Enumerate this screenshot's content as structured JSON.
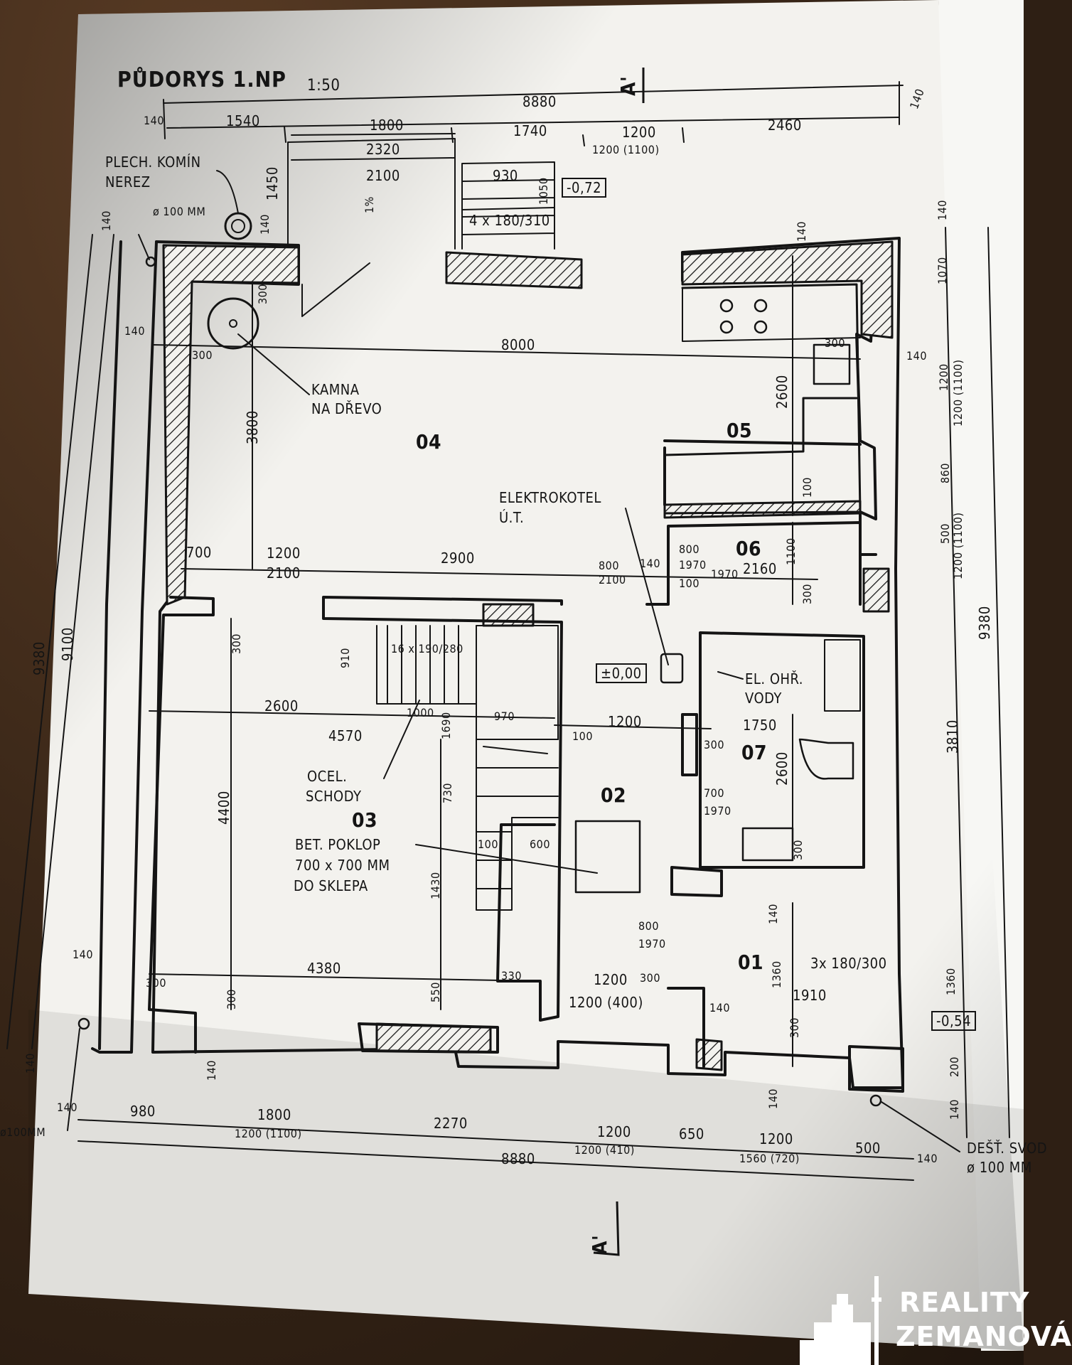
{
  "title": {
    "main": "PŮDORYS 1.NP",
    "scale": "1:50"
  },
  "section_marks": [
    "A'",
    "A'"
  ],
  "rooms": [
    {
      "id": "04"
    },
    {
      "id": "05"
    },
    {
      "id": "06"
    },
    {
      "id": "03"
    },
    {
      "id": "02"
    },
    {
      "id": "07"
    },
    {
      "id": "01"
    }
  ],
  "notes": {
    "chimney_l1": "PLECH. KOMÍN",
    "chimney_l2": "NEREZ",
    "chimney_dia": "ø 100 MM",
    "stove_l1": "KAMNA",
    "stove_l2": "NA DŘEVO",
    "boiler_l1": "ELEKTROKOTEL",
    "boiler_l2": "Ú.T.",
    "heater_l1": "EL. OHŘ.",
    "heater_l2": "VODY",
    "stairs_l1": "OCEL.",
    "stairs_l2": "SCHODY",
    "hatch_l1": "BET. POKLOP",
    "hatch_l2": "700 x 700 MM",
    "hatch_l3": "DO SKLEPA",
    "downspout_l1": "DEŠŤ. SVOD",
    "downspout_l2": "ø 100 MM",
    "downspout_left": "ø100MM",
    "slope": "1%"
  },
  "levels": {
    "main": "±0,00",
    "terrace": "-0,72",
    "entry": "-0,54"
  },
  "dims": {
    "top_total": "8880",
    "top_140a": "140",
    "top_1540": "1540",
    "top_1800": "1800",
    "top_1740": "1740",
    "top_1200": "1200",
    "top_1200b": "1200 (1100)",
    "top_2460": "2460",
    "top_140b": "140",
    "terrace_2320": "2320",
    "terrace_2100": "2100",
    "terrace_1450": "1450",
    "steps_930": "930",
    "steps_1050": "1050",
    "steps_run": "4 x 180/310",
    "room04_8000": "8000",
    "room04_3800": "3800",
    "wall_300a": "300",
    "wall_140a": "140",
    "wall_300b": "300",
    "wall_140b": "140",
    "wall_300c": "300",
    "k_2600": "2600",
    "k_140": "140",
    "r700": "700",
    "r1200": "1200",
    "r2100": "2100",
    "r2900": "2900",
    "d800a": "800",
    "d1970a": "1970",
    "d800b": "800",
    "d1970b": "1970",
    "d2100": "2100",
    "d140": "140",
    "d100a": "100",
    "r06_2160": "2160",
    "r06_1100": "1100",
    "r06_100": "100",
    "r06_300": "300",
    "st_16x": "16 x 190/280",
    "st_910": "910",
    "st_1000": "1000",
    "st_970": "970",
    "st_1690": "1690",
    "st_100": "100",
    "st_730": "730",
    "st_1430": "1430",
    "st_600": "600",
    "st_100b": "100",
    "st_550": "550",
    "st_330": "330",
    "r03_2600": "2600",
    "r03_4570": "4570",
    "r03_4400": "4400",
    "r03_4380": "4380",
    "r03_300a": "300",
    "r03_300b": "300",
    "r03_300c": "300",
    "c_1200": "1200",
    "c_100": "100",
    "b_1750": "1750",
    "b_300": "300",
    "b_2600": "2600",
    "b_700": "700",
    "b_1970": "1970",
    "b_300b": "300",
    "e_800": "800",
    "e_1970": "1970",
    "e_1200": "1200",
    "e_300": "300",
    "e_1200b": "1200 (400)",
    "e_140": "140",
    "e_1360": "1360",
    "e_3x": "3x 180/300",
    "e_1910": "1910",
    "e_300b": "300",
    "e_140b": "140",
    "e_140c": "140",
    "bot_140": "140",
    "bot_980": "980",
    "bot_1800": "1800",
    "bot_1200a": "1200 (1100)",
    "bot_2270": "2270",
    "bot_1200": "1200",
    "bot_1200b": "1200 (410)",
    "bot_650": "650",
    "bot_1200c": "1200",
    "bot_1560": "1560 (720)",
    "bot_500": "500",
    "bot_140b": "140",
    "bot_total": "8880",
    "bot_140c": "140",
    "left_9380": "9380",
    "left_9100": "9100",
    "left_140a": "140",
    "left_140b": "140",
    "left_140c": "140",
    "left_140d": "140",
    "right_140a": "140",
    "right_1070": "1070",
    "right_1200": "1200",
    "right_1200b": "1200 (1100)",
    "right_860": "860",
    "right_500": "500",
    "right_1200c": "1200 (1100)",
    "right_3810": "3810",
    "right_1360": "1360",
    "right_9380": "9380",
    "right_200": "200",
    "right_140b": "140"
  },
  "watermark": {
    "line1": "REALITY",
    "line2": "ZEMANOVÁ"
  },
  "colors": {
    "paper": "#f3f2ee",
    "ink": "#141414",
    "table": "#3a2718"
  }
}
